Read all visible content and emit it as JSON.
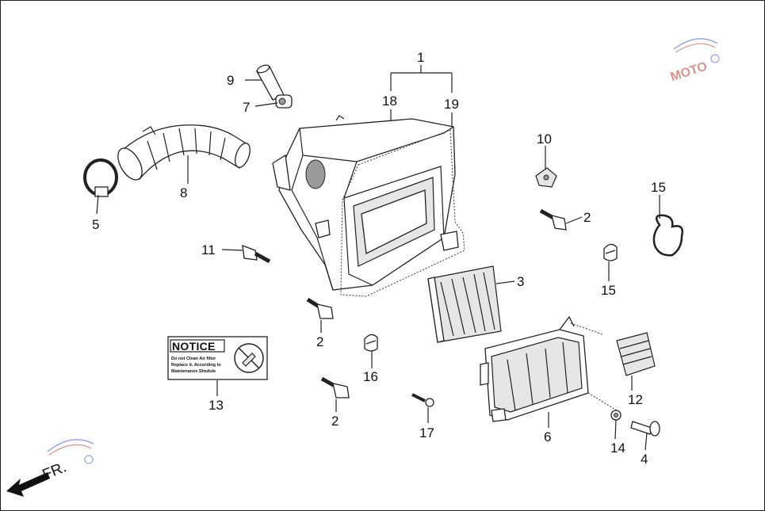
{
  "callouts": [
    {
      "id": "1",
      "text": "1"
    },
    {
      "id": "2a",
      "text": "2"
    },
    {
      "id": "2b",
      "text": "2"
    },
    {
      "id": "2c",
      "text": "2"
    },
    {
      "id": "3",
      "text": "3"
    },
    {
      "id": "4",
      "text": "4"
    },
    {
      "id": "5",
      "text": "5"
    },
    {
      "id": "6",
      "text": "6"
    },
    {
      "id": "7",
      "text": "7"
    },
    {
      "id": "8",
      "text": "8"
    },
    {
      "id": "9",
      "text": "9"
    },
    {
      "id": "10",
      "text": "10"
    },
    {
      "id": "11",
      "text": "11"
    },
    {
      "id": "12",
      "text": "12"
    },
    {
      "id": "13",
      "text": "13"
    },
    {
      "id": "14",
      "text": "14"
    },
    {
      "id": "15a",
      "text": "15"
    },
    {
      "id": "15b",
      "text": "15"
    },
    {
      "id": "16",
      "text": "16"
    },
    {
      "id": "17",
      "text": "17"
    },
    {
      "id": "18",
      "text": "18"
    },
    {
      "id": "19",
      "text": "19"
    }
  ],
  "notice_label": {
    "heading": "NOTICE",
    "line1": "Do not Clean Air filter",
    "line2": "Replace it, According to",
    "line3": "Maintenance Shedule"
  },
  "direction_marker": "FR.",
  "watermark": "MOTO",
  "icons": [
    "front-direction-arrow-icon",
    "no-cleaning-prohibition-icon",
    "watermark-logo-icon"
  ],
  "colors": {
    "line": "#222222",
    "part_fill": "#ffffff",
    "shade": "#e6e6e6",
    "watermark_red": "#c0392b",
    "watermark_blue": "#3b5bdb"
  }
}
